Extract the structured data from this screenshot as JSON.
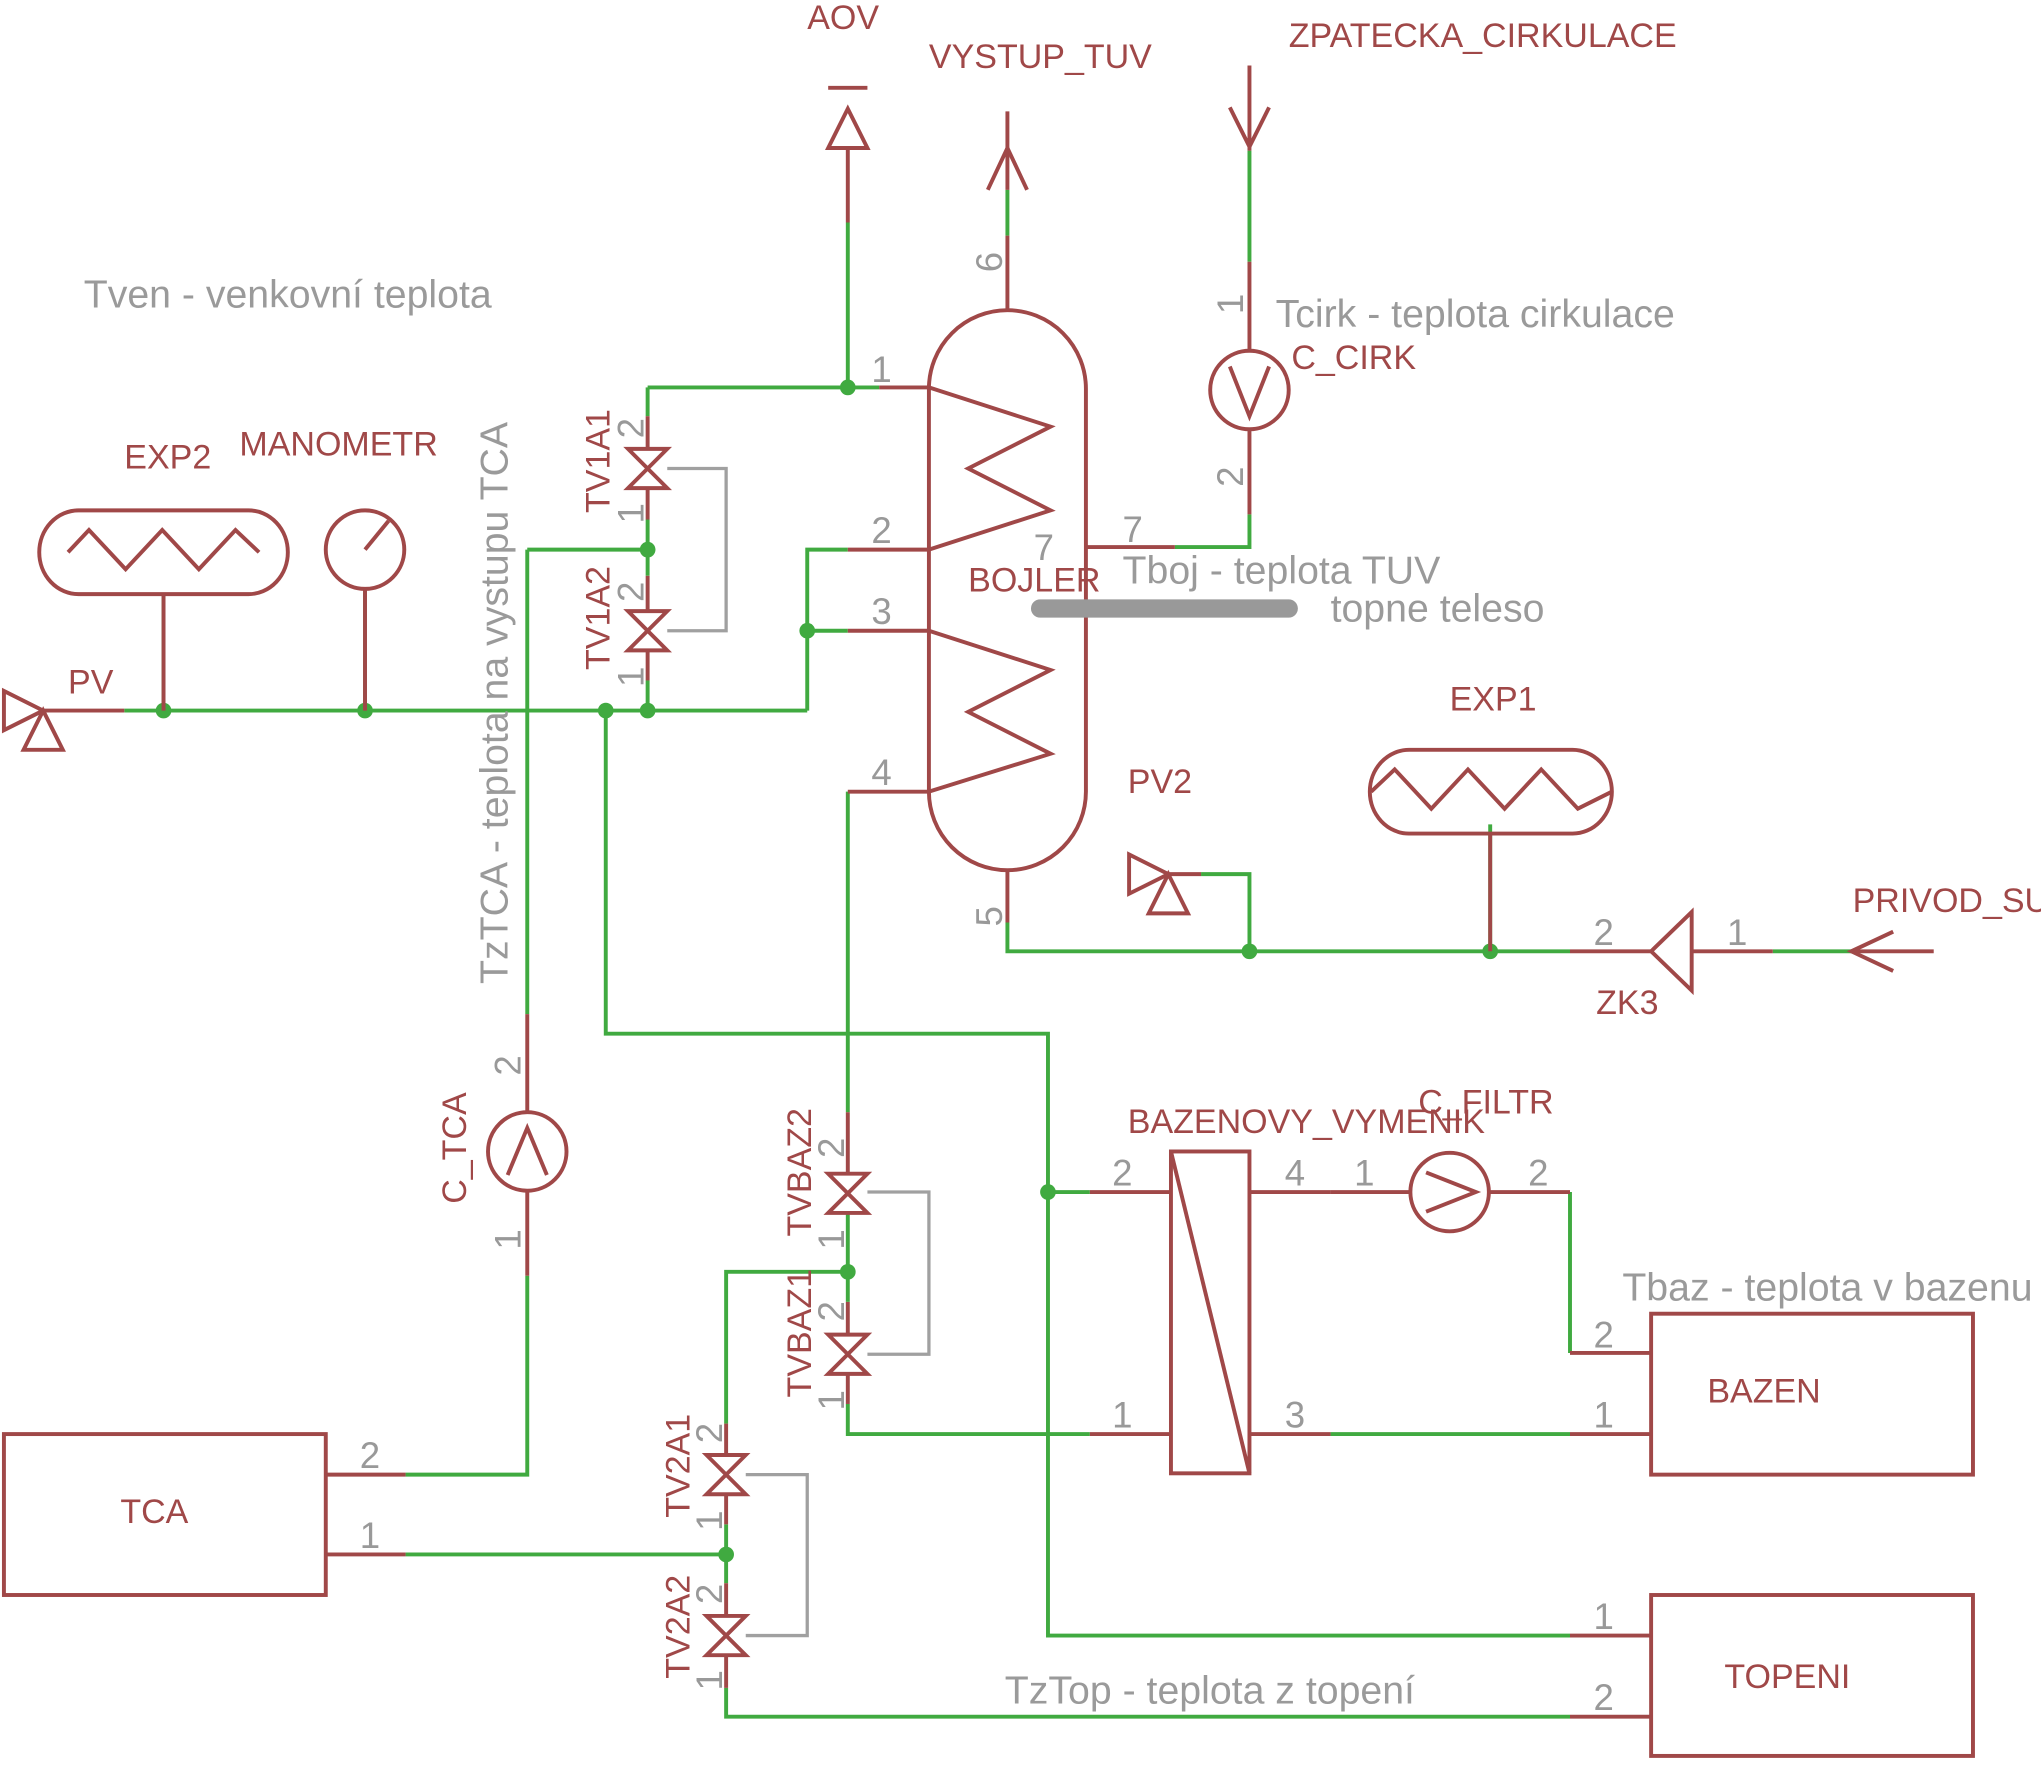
{
  "components": {
    "aov": "AOV",
    "vystup_tuv": "VYSTUP_TUV",
    "zpatecka_cirkulace": "ZPATECKA_CIRKULACE",
    "exp2": "EXP2",
    "manometr": "MANOMETR",
    "pv": "PV",
    "tv1a1": "TV1A1",
    "tv1a2": "TV1A2",
    "bojler": "BOJLER",
    "c_cirk": "C_CIRK",
    "pv2": "PV2",
    "exp1": "EXP1",
    "privod_suv": "PRIVOD_SUV",
    "zk3": "ZK3",
    "c_tca": "C_TCA",
    "tvbaz2": "TVBAZ2",
    "tvbaz1": "TVBAZ1",
    "bazenovy_vymenik": "BAZENOVY_VYMENIK",
    "c_filtr": "C_FILTR",
    "bazen": "BAZEN",
    "tca": "TCA",
    "tv2a1": "TV2A1",
    "tv2a2": "TV2A2",
    "topeni": "TOPENI"
  },
  "notes": {
    "tven": "Tven - venkovní teplota",
    "tcirk": "Tcirk - teplota cirkulace",
    "tboj": "Tboj - teplota TUV",
    "topne_teleso": "topne teleso",
    "tztca": "TzTCA - teplota na vystupu TCA",
    "tbaz": "Tbaz - teplota v bazenu",
    "tztop": "TzTop - teplota z topení"
  },
  "pins": {
    "p1": "1",
    "p2": "2",
    "p3": "3",
    "p4": "4",
    "p5": "5",
    "p6": "6",
    "p7": "7"
  },
  "colors": {
    "symbol": "#a04848",
    "net": "#40aa40",
    "junction": "#40aa40",
    "annotation": "#9a9a9a",
    "valve_link": "#a0a0a0"
  }
}
